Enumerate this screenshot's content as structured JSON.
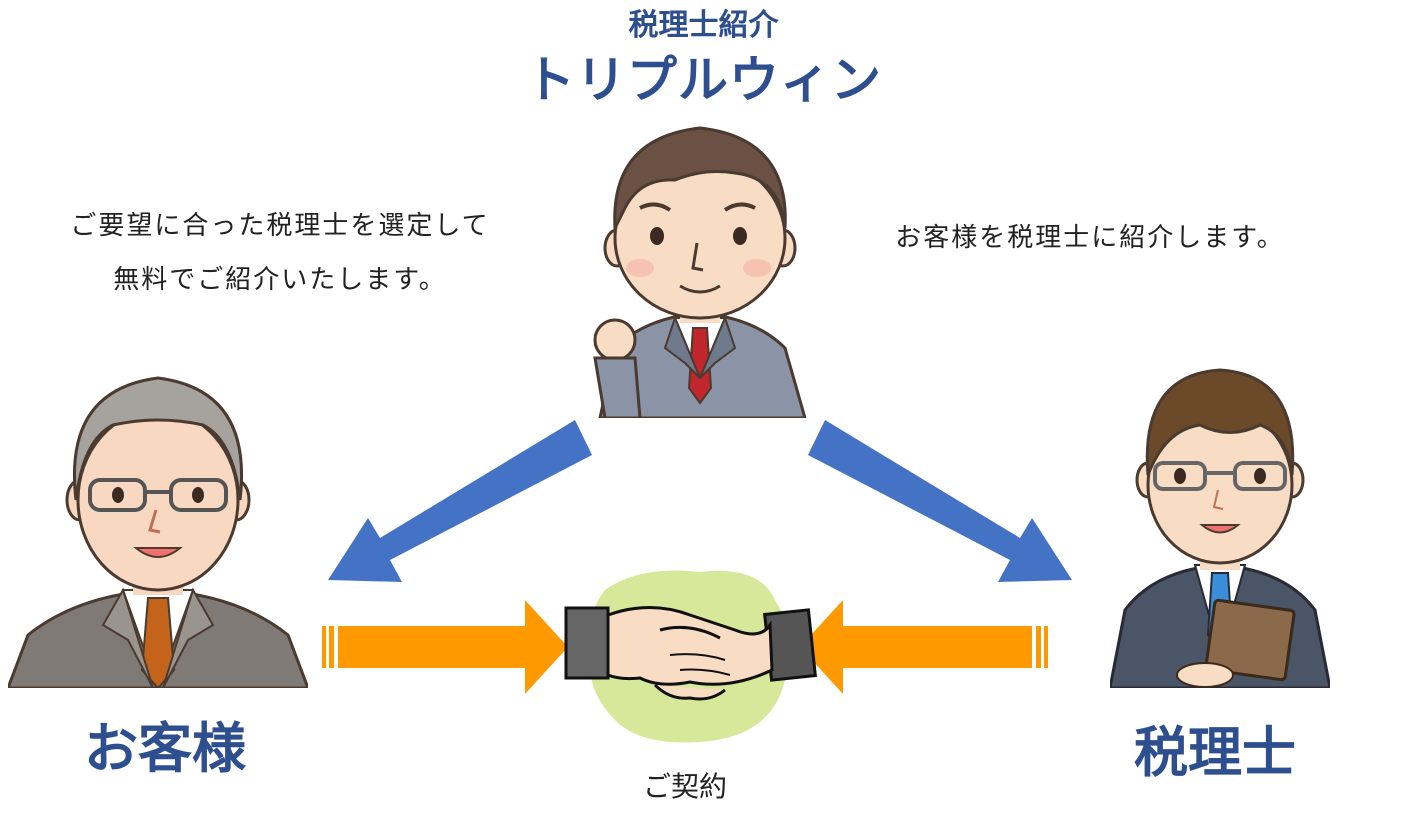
{
  "header": {
    "subtitle": "税理士紹介",
    "title": "トリプルウィン"
  },
  "descriptions": {
    "left_line1": "ご要望に合った税理士を選定して",
    "left_line2": "無料でご紹介いたします。",
    "right": "お客様を税理士に紹介します。"
  },
  "roles": {
    "client": "お客様",
    "accountant": "税理士"
  },
  "contract_label": "ご契約",
  "colors": {
    "title_blue": "#2e4f8f",
    "arrow_blue": "#4472c4",
    "arrow_orange": "#ff9900",
    "handshake_bg": "#d8e89a"
  }
}
